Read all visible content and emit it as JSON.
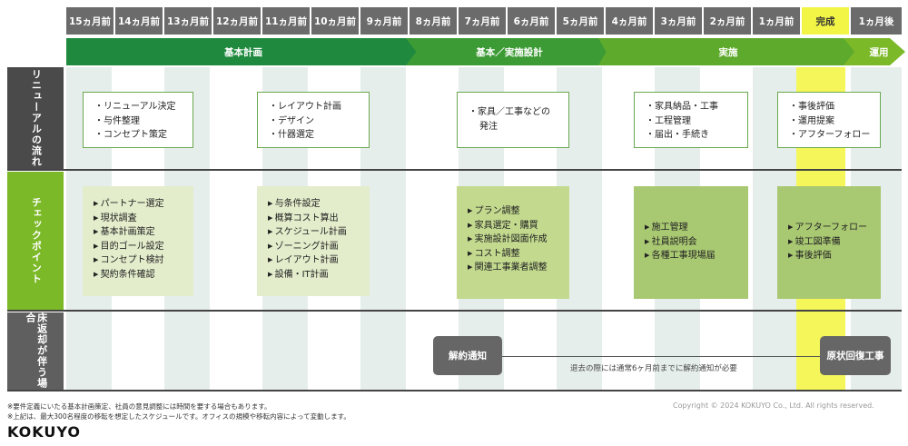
{
  "timeline": {
    "months": [
      "15ヵ月前",
      "14ヵ月前",
      "13ヵ月前",
      "12ヵ月前",
      "11ヵ月前",
      "10ヵ月前",
      "9ヵ月前",
      "8ヵ月前",
      "7ヵ月前",
      "6ヵ月前",
      "5ヵ月前",
      "4ヵ月前",
      "3ヵ月前",
      "2ヵ月前",
      "1ヵ月前",
      "完成",
      "1ヵ月後"
    ],
    "highlight_color": "#f4f65a"
  },
  "phases": [
    "基本計画",
    "基本／実施設計",
    "実施",
    "運用"
  ],
  "rows": {
    "flow": "リニューアルの流れ",
    "checkpoints": "チェックポイント",
    "termination": "床返却が伴う場合"
  },
  "flow_boxes": [
    [
      "リニューアル決定",
      "与件整理",
      "コンセプト策定"
    ],
    [
      "レイアウト計画",
      "デザイン",
      "什器選定"
    ],
    [
      "家具／工事などの",
      "発注"
    ],
    [
      "家具納品・工事",
      "工程管理",
      "届出・手続き"
    ],
    [
      "事後評価",
      "運用提案",
      "アフターフォロー"
    ]
  ],
  "checkpoint_boxes": [
    [
      "パートナー選定",
      "現状調査",
      "基本計画策定",
      "目的ゴール設定",
      "コンセプト検討",
      "契約条件確認"
    ],
    [
      "与条件設定",
      "概算コスト算出",
      "スケジュール計画",
      "ゾーニング計画",
      "レイアウト計画",
      "設備・IT計画"
    ],
    [
      "プラン調整",
      "家具選定・購買",
      "実施設計図面作成",
      "コスト調整",
      "関連工事業者調整"
    ],
    [
      "施工管理",
      "社員説明会",
      "各種工事現場届"
    ],
    [
      "アフターフォロー",
      "竣工図準備",
      "事後評価"
    ]
  ],
  "termination": {
    "start": "解約通知",
    "end": "原状回復工事",
    "note": "退去の際には通常6ヶ月前までに解約通知が必要"
  },
  "footnotes": [
    "※要件定義にいたる基本計画策定、社員の意見調整には時間を要する場合もあります。",
    "※上記は、最大300名程度の移転を想定したスケジュールです。オフィスの規模や移転内容によって変動します。"
  ],
  "copyright": "Copyright © 2024 KOKUYO Co., Ltd. All rights reserved.",
  "logo": "KOKUYO",
  "colors": {
    "header_gray": "#6b6b6b",
    "phase_green": [
      "#1f8a3e",
      "#3c9b34",
      "#5eaa2c",
      "#7cb928"
    ],
    "checkpoint_green": "#7cb928"
  }
}
